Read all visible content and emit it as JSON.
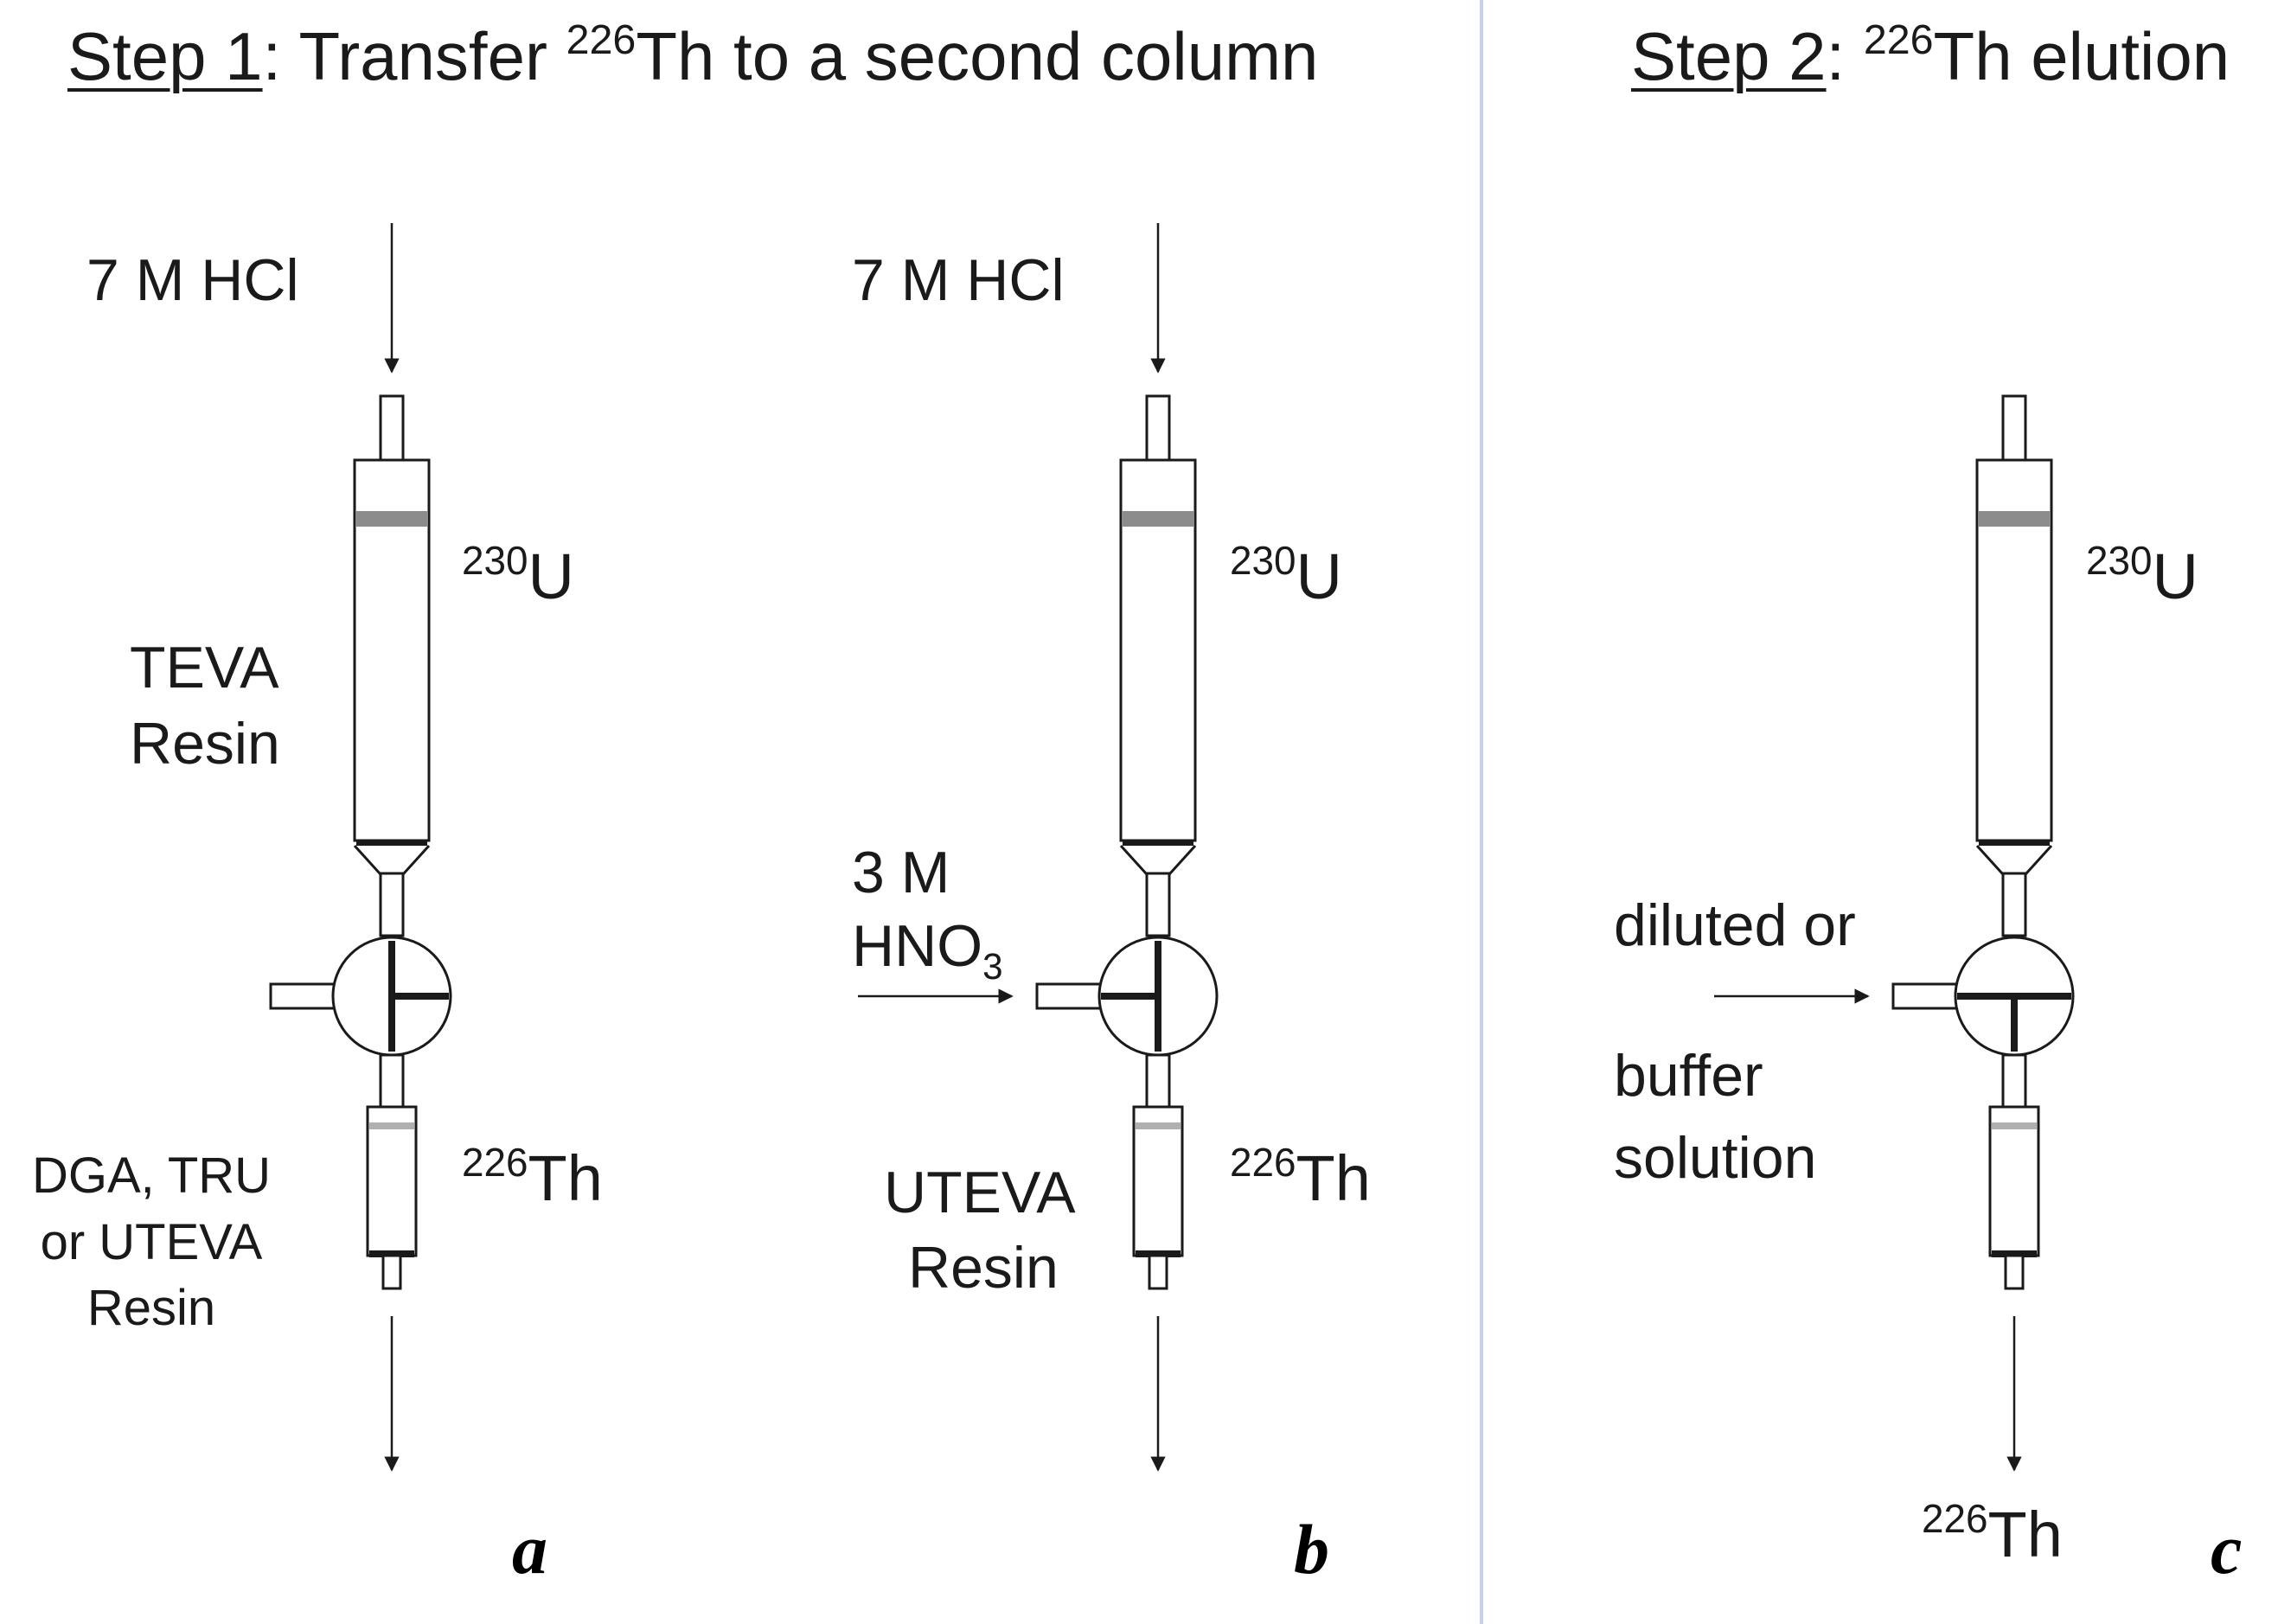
{
  "step1": {
    "step_label": "Step 1",
    "rest": ": Transfer ",
    "iso_mass": "226",
    "iso_el": "Th",
    "tail": " to a second column"
  },
  "step2": {
    "step_label": "Step 2",
    "rest": ": ",
    "iso_mass": "226",
    "iso_el": "Th",
    "tail": " elution"
  },
  "panel_a": {
    "inlet": "7 M HCl",
    "resin_upper_1": "TEVA",
    "resin_upper_2": "Resin",
    "resin_lower_1": "DGA, TRU",
    "resin_lower_2": "or UTEVA",
    "resin_lower_3": "Resin",
    "iso_u_mass": "230",
    "iso_u_el": "U",
    "iso_th_mass": "226",
    "iso_th_el": "Th",
    "letter": "a"
  },
  "panel_b": {
    "inlet": "7 M HCl",
    "side_1": "3 M",
    "side_2": "HNO",
    "side_2_sub": "3",
    "resin_lower_1": "UTEVA",
    "resin_lower_2": "Resin",
    "iso_u_mass": "230",
    "iso_u_el": "U",
    "iso_th_mass": "226",
    "iso_th_el": "Th",
    "letter": "b"
  },
  "panel_c": {
    "side_1": "diluted or",
    "side_2": "buffer",
    "side_3": "solution",
    "iso_u_mass": "230",
    "iso_u_el": "U",
    "out_mass": "226",
    "out_el": "Th",
    "letter": "c"
  },
  "colors": {
    "divider": "#c5d3e8",
    "line": "#1a1a1a",
    "band": "#8c8c8c",
    "band_light": "#b0b0b0"
  }
}
